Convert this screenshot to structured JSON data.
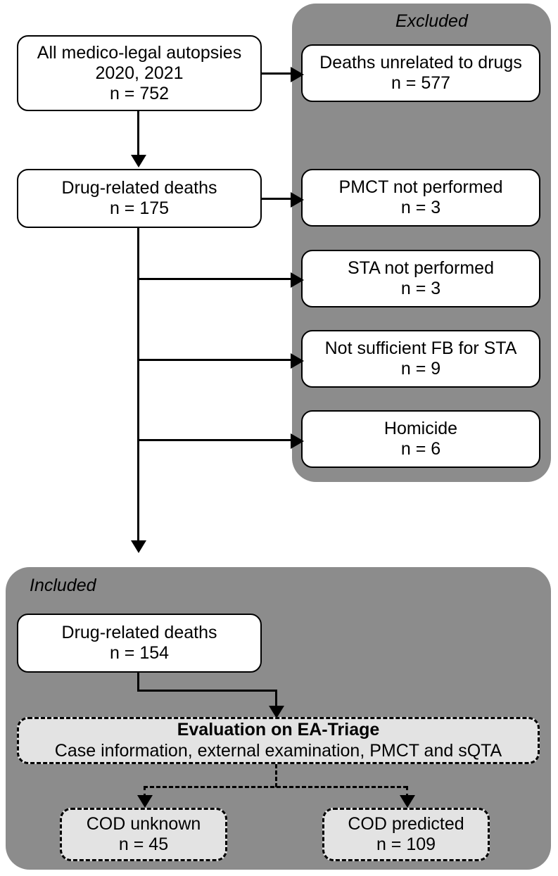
{
  "figure": {
    "type": "flowchart",
    "description": "Study participant flow diagram for medico-legal autopsies"
  },
  "panels": {
    "excluded": {
      "title": "Excluded",
      "color": "#8c8c8c"
    },
    "included": {
      "title": "Included",
      "color": "#8c8c8c"
    }
  },
  "nodes": {
    "all_autopsies": {
      "line1": "All medico-legal autopsies",
      "line2": "2020, 2021",
      "line3": "n = 752"
    },
    "drug_related_deaths_total": {
      "line1": "Drug-related deaths",
      "line2": "n = 175"
    },
    "drug_related_deaths_included": {
      "line1": "Drug-related deaths",
      "line2": "n = 154"
    },
    "evaluation": {
      "line1": "Evaluation on EA-Triage",
      "line2": "Case information, external examination,  PMCT and sQTA"
    },
    "cod_unknown": {
      "line1": "COD unknown",
      "line2": "n = 45"
    },
    "cod_predicted": {
      "line1": "COD predicted",
      "line2": "n = 109"
    }
  },
  "excluded_nodes": [
    {
      "line1": "Deaths unrelated to drugs",
      "line2": "n = 577"
    },
    {
      "line1": "PMCT not performed",
      "line2": "n = 3"
    },
    {
      "line1": "STA not performed",
      "line2": "n = 3"
    },
    {
      "line1": "Not sufficient FB for STA",
      "line2": "n = 9"
    },
    {
      "line1": "Homicide",
      "line2": "n = 6"
    }
  ],
  "colors": {
    "panel_gray": "#8c8c8c",
    "box_fill": "#ffffff",
    "dashed_box_fill": "#e3e3e3",
    "stroke": "#000000",
    "background": "#ffffff"
  }
}
